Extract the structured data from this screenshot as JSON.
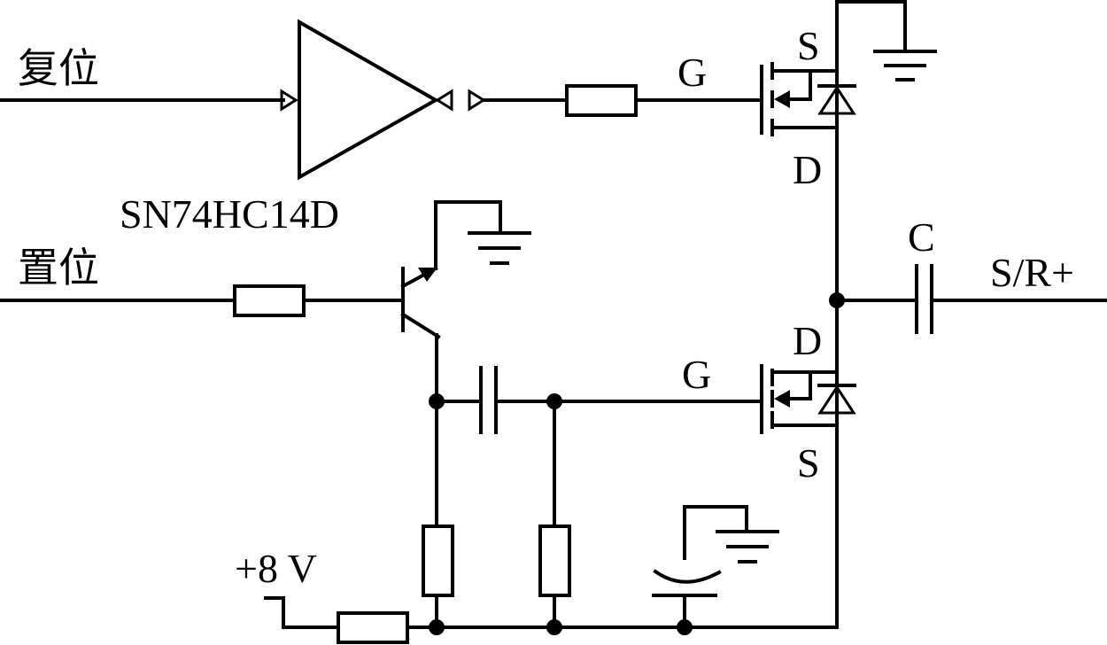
{
  "labels": {
    "reset": "复位",
    "set": "置位",
    "chip": "SN74HC14D",
    "gate_top": "G",
    "gate_bottom": "G",
    "source_top": "S",
    "drain_top": "D",
    "drain_bottom": "D",
    "source_bottom": "S",
    "capacitor": "C",
    "output": "S/R+",
    "supply": "+8 V"
  }
}
